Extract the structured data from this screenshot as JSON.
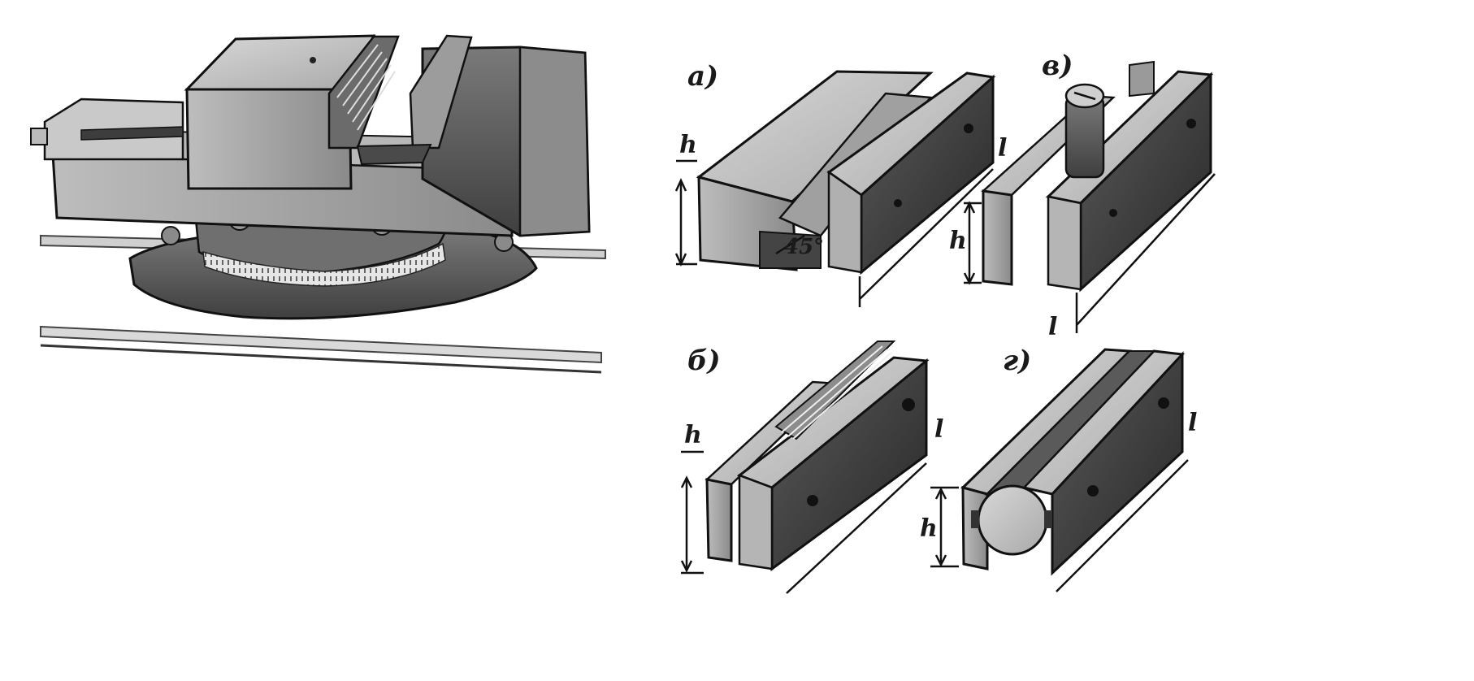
{
  "figure": {
    "panel_labels": {
      "a": "а)",
      "b": "б)",
      "v": "в)",
      "g": "г)"
    },
    "dimension_labels": {
      "h": "h",
      "l": "l"
    },
    "angle_label": "45°"
  }
}
